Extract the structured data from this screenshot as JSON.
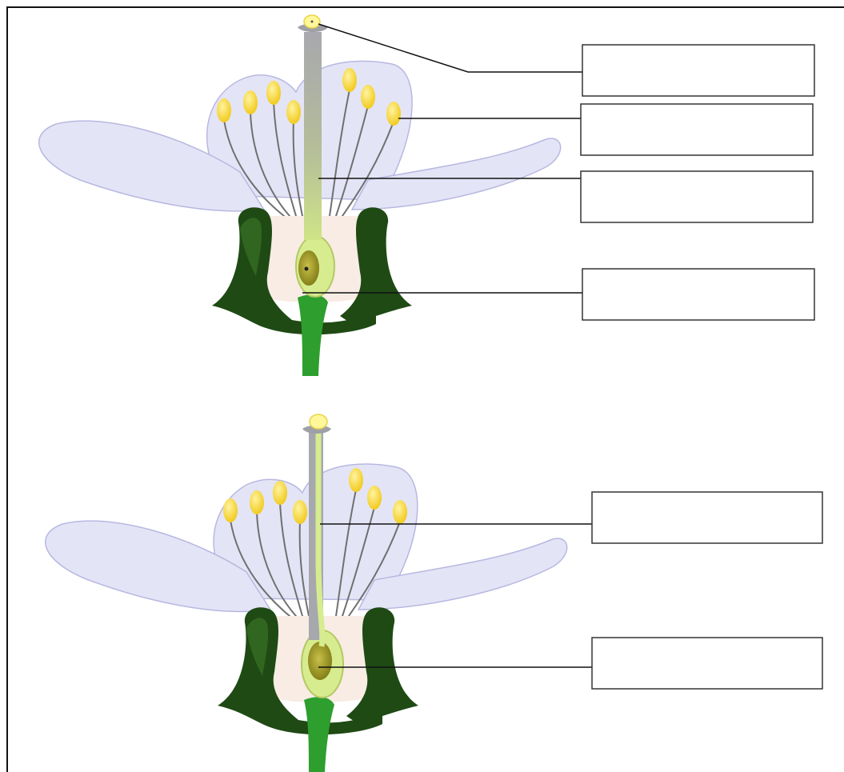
{
  "colors": {
    "petal_fill": "#e4e4f7",
    "petal_stroke": "#b8b8e0",
    "receptacle": "#f8ece4",
    "anther": "#f3d21f",
    "sepal_dark": "#1f4a14",
    "stem_green": "#2e9e2e",
    "style_grey": "#9ea0a6",
    "ovary_outer": "#d6ec8f",
    "ovary_inner": "#a3a02a"
  },
  "diagram": {
    "flowers": [
      {
        "id": "intact-flower",
        "labels": [
          {
            "id": "stigma-label",
            "text": ""
          },
          {
            "id": "anther-label",
            "text": ""
          },
          {
            "id": "style-label",
            "text": ""
          },
          {
            "id": "ovary-label",
            "text": ""
          }
        ]
      },
      {
        "id": "fertilised-flower",
        "labels": [
          {
            "id": "pollen-tube-label",
            "text": ""
          },
          {
            "id": "ovule-label",
            "text": ""
          }
        ]
      }
    ]
  }
}
